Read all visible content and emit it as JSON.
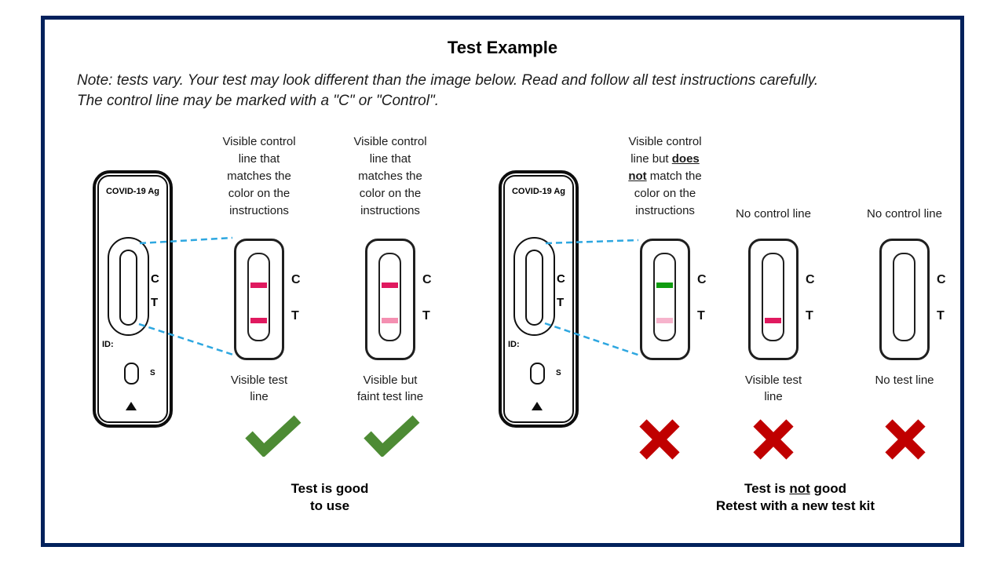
{
  "title": "Test Example",
  "note": {
    "line1": "Note: tests vary. Your test may look different than the image below. Read and follow all test instructions carefully.",
    "line2": "The control line may be marked with a \"C\" or \"Control\"."
  },
  "cassette": {
    "product_label": "COVID-19 Ag",
    "control_letter": "C",
    "test_letter": "T",
    "id_label": "ID:",
    "sample_letter": "S"
  },
  "strips": [
    {
      "heading": [
        "Visible control",
        "line that",
        "matches the",
        "color on the",
        "instructions"
      ],
      "control_line_color": "#e0195f",
      "test_line_color": "#e0195f",
      "sub_label": [
        "Visible test",
        "line"
      ],
      "verdict": "good"
    },
    {
      "heading": [
        "Visible control",
        "line that",
        "matches the",
        "color on the",
        "instructions"
      ],
      "control_line_color": "#e0195f",
      "test_line_color": "#f48fb1",
      "sub_label": [
        "Visible but",
        "faint test line"
      ],
      "verdict": "good"
    },
    {
      "heading_parts": {
        "l1": "Visible control",
        "l2_pre": "line but ",
        "l2_emph": "does",
        "l3_emph": "not",
        "l3_post": " match the",
        "l4": "color on the",
        "l5": "instructions"
      },
      "control_line_color": "#109c10",
      "test_line_color": "#f6b3cc",
      "verdict": "bad"
    },
    {
      "heading": [
        "No control line"
      ],
      "test_line_color": "#e0195f",
      "sub_label": [
        "Visible test",
        "line"
      ],
      "verdict": "bad"
    },
    {
      "heading": [
        "No control line"
      ],
      "sub_label": [
        "No test line"
      ],
      "verdict": "bad"
    }
  ],
  "captions": {
    "good_line1": "Test is good",
    "good_line2": "to use",
    "bad_line1_pre": "Test is ",
    "bad_line1_emph": "not",
    "bad_line1_post": " good",
    "bad_line2": "Retest with a new test kit"
  },
  "colors": {
    "frame_border": "#02215c",
    "callout_dash": "#2ea7e0",
    "check_green": "#4d8b34",
    "cross_red": "#c00000"
  }
}
